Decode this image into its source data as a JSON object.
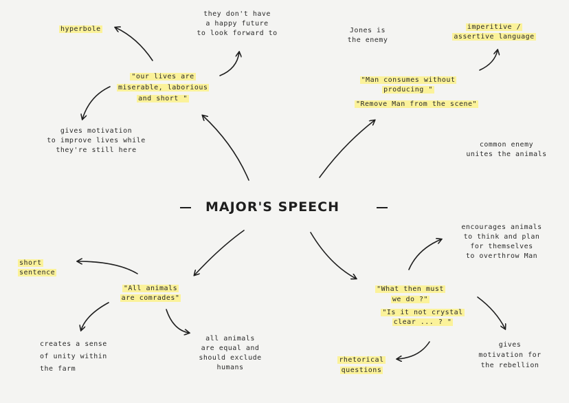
{
  "center": {
    "title": "MAJOR'S SPEECH"
  },
  "notes": {
    "hyperbole": "hyperbole",
    "no_future": [
      "they don't have",
      "a happy future",
      "to look forward to"
    ],
    "jones_enemy": [
      "Jones is",
      "the enemy"
    ],
    "imperative": [
      "imperitive /",
      "assertive language"
    ],
    "quote_lives": [
      "\"our lives are",
      "miserable, laborious",
      "and short \""
    ],
    "quote_man_consumes": [
      "\"Man consumes without",
      "producing \""
    ],
    "quote_remove_man": "\"Remove Man from the scene\"",
    "motivation": [
      "gives motivation",
      "to improve lives while",
      "they're still here"
    ],
    "common_enemy": [
      "common enemy",
      "unites the animals"
    ],
    "encourages": [
      "encourages animals",
      "to think and plan",
      "for themselves",
      "to overthrow Man"
    ],
    "short_sentence": [
      "short",
      "sentence"
    ],
    "quote_comrades": [
      "\"All animals",
      "are comrades\""
    ],
    "quote_what_then": [
      "\"What then must",
      "we do ?\""
    ],
    "quote_crystal": [
      "\"Is it not crystal",
      "clear ... ? \""
    ],
    "unity": [
      "creates a sense",
      "of unity within",
      "the farm"
    ],
    "equal": [
      "all animals",
      "are equal and",
      "should exclude",
      "humans"
    ],
    "rhetorical": [
      "rhetorical",
      "questions"
    ],
    "rebellion": [
      "gives",
      "motivation for",
      "the rebellion"
    ]
  }
}
